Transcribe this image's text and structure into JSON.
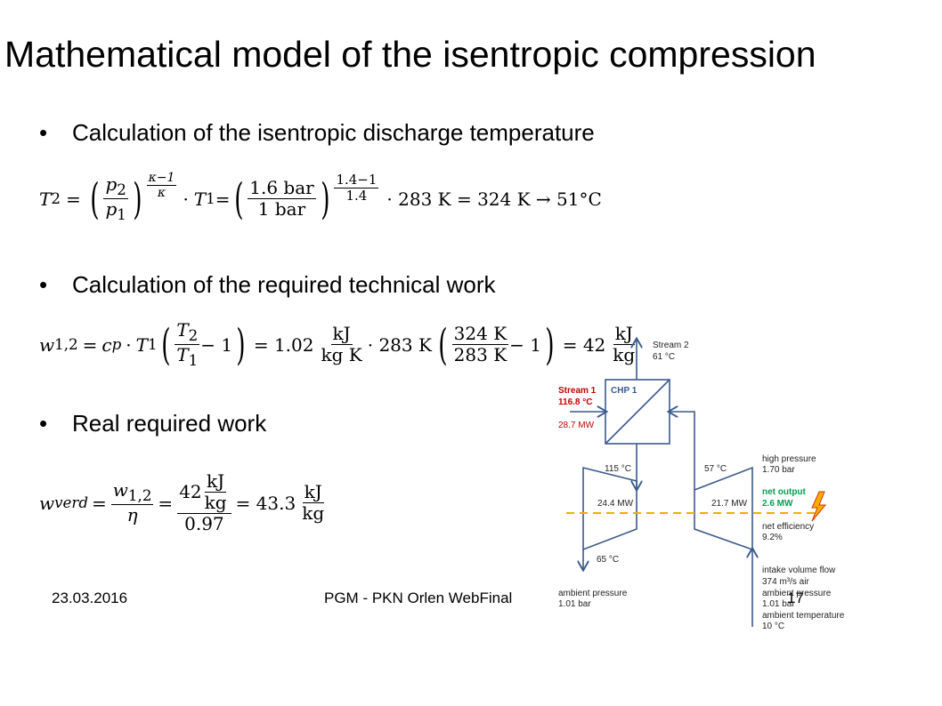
{
  "slide": {
    "title": "Mathematical model of the isentropic compression",
    "bullets": [
      {
        "marker": "•",
        "text": "Calculation of the isentropic discharge temperature"
      },
      {
        "marker": "•",
        "text": "Calculation of the required technical work"
      },
      {
        "marker": "•",
        "text": "Real required work"
      }
    ],
    "eq1": {
      "lhs": "T",
      "lhs_sub": "2",
      "eq": "=",
      "p_num": "p",
      "p_num_sub": "2",
      "p_den": "p",
      "p_den_sub": "1",
      "exp_num": "κ−1",
      "exp_den": "κ",
      "dot_t": "·",
      "t": "T",
      "t_sub": "1",
      "eq2": "=",
      "frac_num": "1.6 bar",
      "frac_den": "1 bar",
      "exp2_num": "1.4−1",
      "exp2_den": "1.4",
      "tail": "· 283 K = 324 K → 51°C"
    },
    "eq2": {
      "w": "w",
      "w_sub": "1,2",
      "eq": "=",
      "c": "c",
      "c_sub": "p",
      "dot": "·",
      "t": "T",
      "t_sub": "1",
      "f_num": "T",
      "f_num_sub": "2",
      "f_den": "T",
      "f_den_sub": "1",
      "minus1": "− 1",
      "eq_val": "= 1.02",
      "unit_num": "kJ",
      "unit_den": "kg K",
      "mid": "· 283 K",
      "f2_num": "324 K",
      "f2_den": "283 K",
      "minus2": "− 1",
      "eq_res": "= 42",
      "res_unit_num": "kJ",
      "res_unit_den": "kg"
    },
    "eq3": {
      "w": "w",
      "w_sub": "verd",
      "eq": "=",
      "f_num": "w",
      "f_num_sub": "1,2",
      "f_den": "η",
      "eq2": "=",
      "num_val": "42",
      "num_unit_num": "kJ",
      "num_unit_den": "kg",
      "den_val": "0.97",
      "eq_res": "= 43.3",
      "res_unit_num": "kJ",
      "res_unit_den": "kg"
    },
    "footer": {
      "date": "23.03.2016",
      "center": "PGM - PKN Orlen WebFinal",
      "page": "17"
    }
  },
  "diagram": {
    "colors": {
      "line": "#3a5a8c",
      "stream1": "#c00000",
      "net_output": "#00a050",
      "dashed": "#f0b000"
    },
    "stream2": {
      "name": "Stream 2",
      "temp": "61 °C"
    },
    "stream1": {
      "name": "Stream 1",
      "temp": "116.8 °C",
      "power": "28.7 MW"
    },
    "chp": "CHP 1",
    "turbine": {
      "temp_in": "115 °C",
      "power": "24.4 MW",
      "temp_out": "65 °C"
    },
    "compressor": {
      "temp_out": "57 °C",
      "power": "21.7 MW"
    },
    "high_pressure": {
      "label": "high pressure",
      "value": "1.70 bar"
    },
    "net_output": {
      "label": "net output",
      "value": "2.6 MW"
    },
    "net_efficiency": {
      "label": "net efficiency",
      "value": "9.2%"
    },
    "ambient_pressure_left": {
      "label": "ambient pressure",
      "value": "1.01 bar"
    },
    "intake": {
      "label": "intake volume flow",
      "value": "374 m³/s  air"
    },
    "ambient_pressure_right": {
      "label": "ambient pressure",
      "value": "1.01 bar"
    },
    "ambient_temperature": {
      "label": "ambient temperature",
      "value": "10 °C"
    }
  }
}
